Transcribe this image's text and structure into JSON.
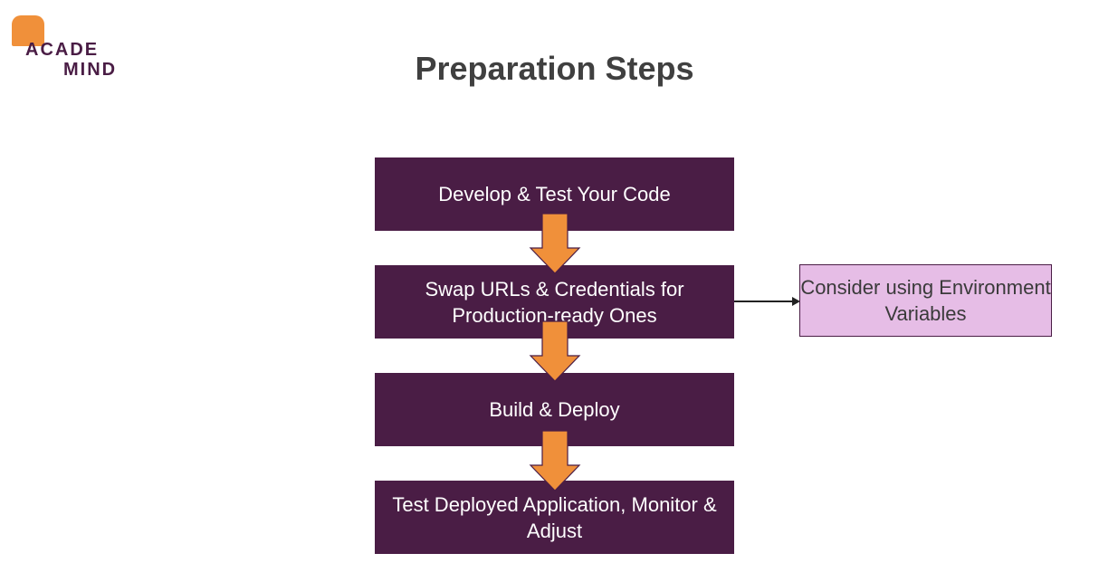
{
  "logo": {
    "line1": "ACADE",
    "line2": "MIND"
  },
  "title": "Preparation Steps",
  "steps": [
    {
      "label": "Develop & Test Your Code"
    },
    {
      "label": "Swap URLs & Credentials for Production-ready Ones"
    },
    {
      "label": "Build & Deploy"
    },
    {
      "label": "Test Deployed Application, Monitor & Adjust"
    }
  ],
  "side_note": {
    "label": "Consider using Environment Variables"
  },
  "colors": {
    "step_fill": "#4a1d45",
    "arrow_fill": "#f0903a",
    "note_fill": "#e6bde6"
  }
}
